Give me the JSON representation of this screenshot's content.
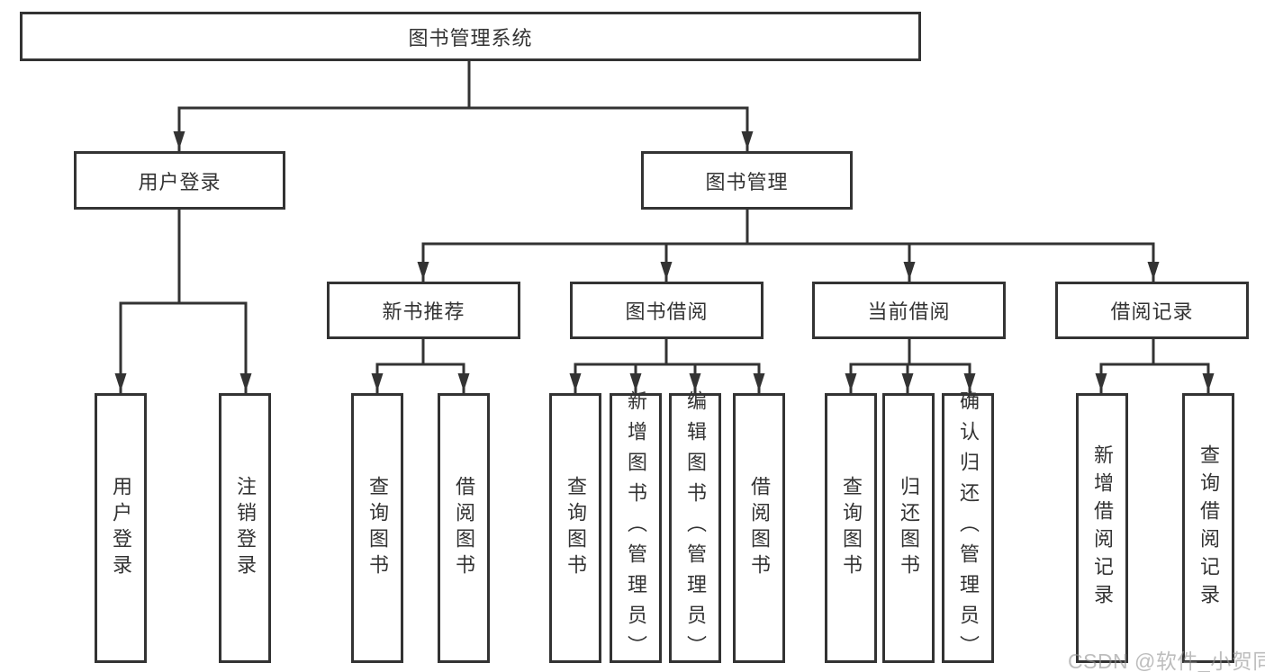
{
  "colors": {
    "line": "#333333",
    "box_border": "#333333",
    "box_fill": "#ffffff",
    "text": "#333333",
    "watermark": "#919191",
    "background": "#ffffff"
  },
  "watermark": {
    "text": "CSDN @软件_小贺同学"
  },
  "tree": {
    "root": {
      "label": "图书管理系统"
    },
    "branches": [
      {
        "label": "用户登录",
        "children": [
          {
            "label": "用户登录"
          },
          {
            "label": "注销登录"
          }
        ]
      },
      {
        "label": "图书管理",
        "children": [
          {
            "label": "新书推荐",
            "children": [
              {
                "label": "查询图书"
              },
              {
                "label": "借阅图书"
              }
            ]
          },
          {
            "label": "图书借阅",
            "children": [
              {
                "label": "查询图书"
              },
              {
                "label": "新增图书（管理员）"
              },
              {
                "label": "编辑图书（管理员）"
              },
              {
                "label": "借阅图书"
              }
            ]
          },
          {
            "label": "当前借阅",
            "children": [
              {
                "label": "查询图书"
              },
              {
                "label": "归还图书"
              },
              {
                "label": "确认归还（管理员）"
              }
            ]
          },
          {
            "label": "借阅记录",
            "children": [
              {
                "label": "新增借阅记录"
              },
              {
                "label": "查询借阅记录"
              }
            ]
          }
        ]
      }
    ]
  }
}
